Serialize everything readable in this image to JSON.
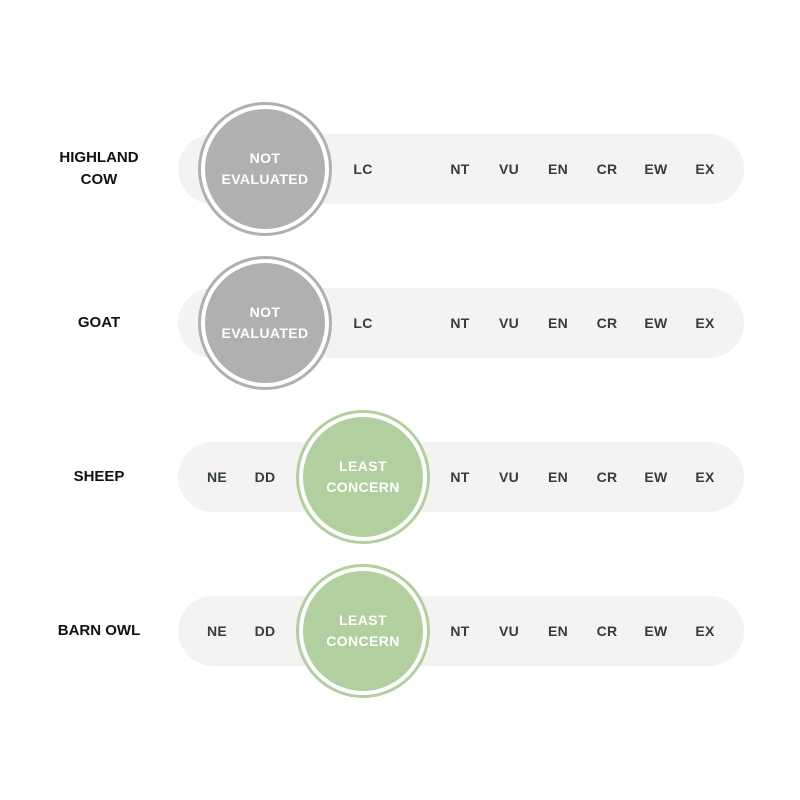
{
  "categories": [
    "NE",
    "DD",
    "LC",
    "NT",
    "VU",
    "EN",
    "CR",
    "EW",
    "EX"
  ],
  "status_labels": {
    "NE": "NOT\nEVALUATED",
    "LC": "LEAST\nCONCERN"
  },
  "status_colors": {
    "NE": "#b0b0b0",
    "LC": "#b2cf9f"
  },
  "rows": [
    {
      "animal": "HIGHLAND\nCOW",
      "status": "NE"
    },
    {
      "animal": "GOAT",
      "status": "NE"
    },
    {
      "animal": "SHEEP",
      "status": "LC"
    },
    {
      "animal": "BARN OWL",
      "status": "LC"
    }
  ]
}
